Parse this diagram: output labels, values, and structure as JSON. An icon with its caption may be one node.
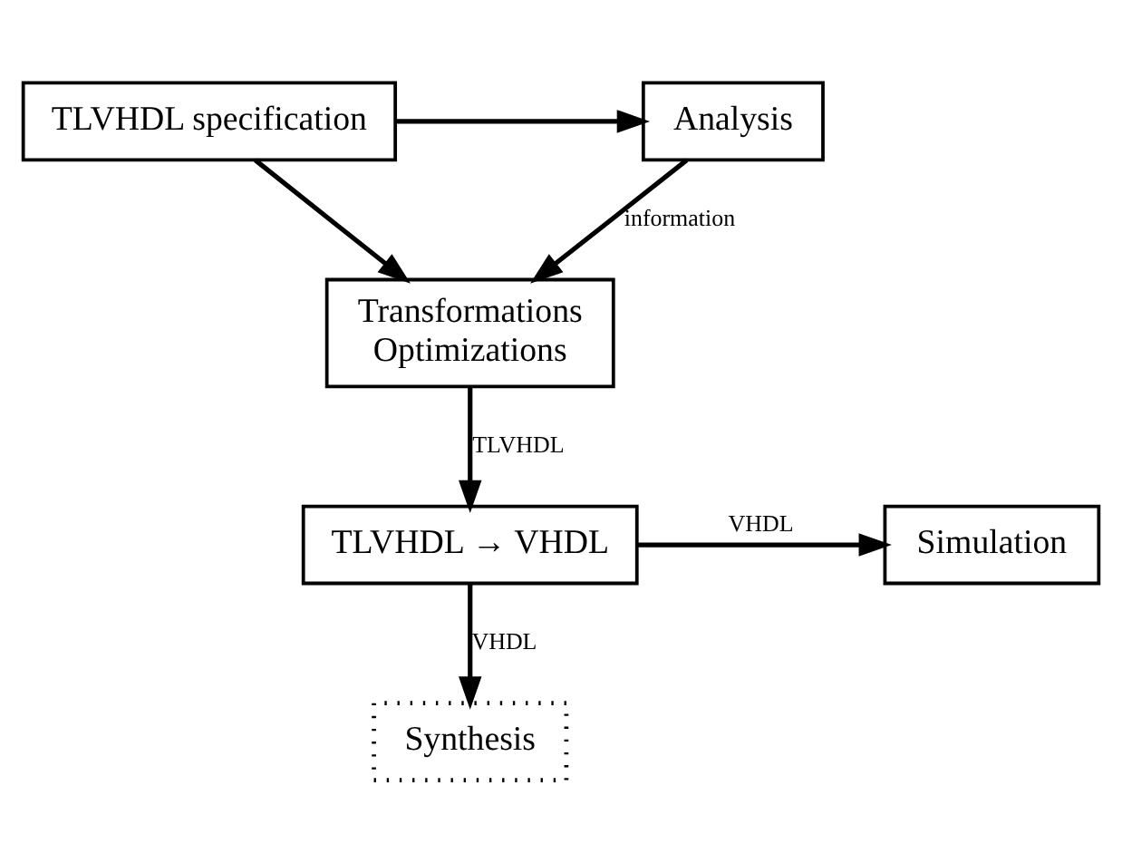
{
  "diagram": {
    "nodes": [
      {
        "text": [
          "TLVHDL specification"
        ]
      },
      {
        "text": [
          "Analysis"
        ]
      },
      {
        "text": [
          "Transformations Optimizations"
        ]
      },
      {
        "text": [
          "TLVHDL → VHDL"
        ]
      },
      {
        "text": [
          "Simulation"
        ]
      },
      {
        "text": [
          "Synthesis"
        ]
      }
    ],
    "edges": [
      {
        "from": 0,
        "to": 1,
        "arrow": "to"
      },
      {
        "from": 0,
        "to": 2,
        "arrow": "to"
      },
      {
        "from": 1,
        "to": 2,
        "arrow": "to",
        "label": "information"
      },
      {
        "from": 2,
        "to": 3,
        "arrow": "to",
        "label": "TLVHDL"
      },
      {
        "from": 3,
        "to": 4,
        "arrow": "to",
        "label": "VHDL"
      },
      {
        "from": 3,
        "to": 5,
        "arrow": "to",
        "label": "VHDL"
      }
    ]
  }
}
